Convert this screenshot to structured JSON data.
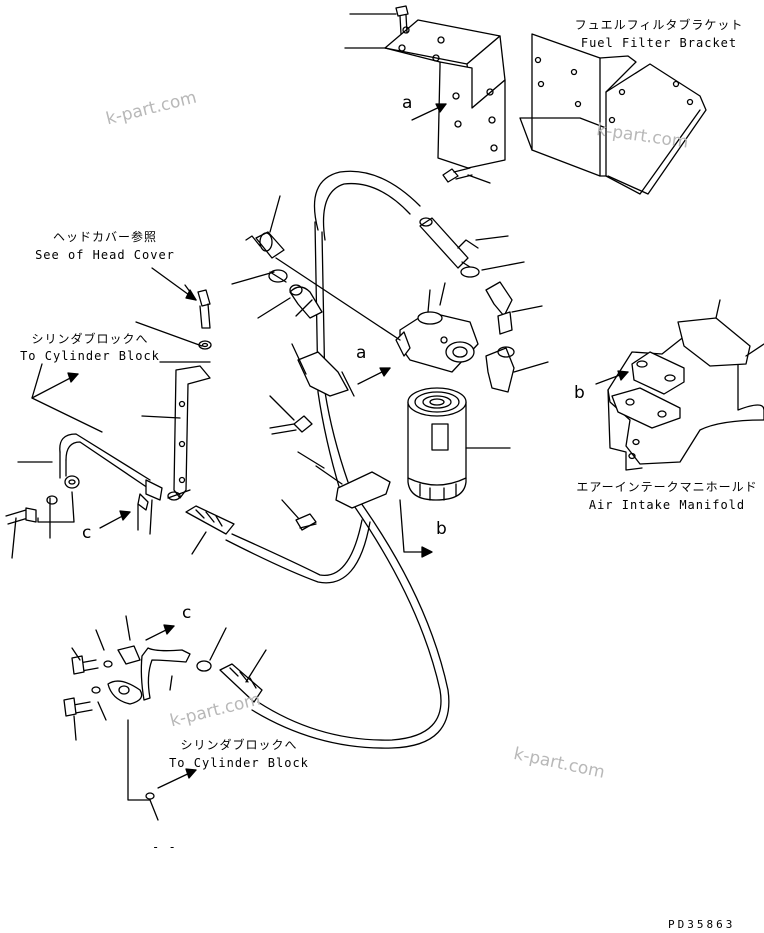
{
  "labels": {
    "fuel_filter_bracket_jp": "フュエルフィルタブラケット",
    "fuel_filter_bracket_en": "Fuel Filter Bracket",
    "head_cover_jp": "ヘッドカバー参照",
    "head_cover_en": "See of Head Cover",
    "cyl_block_upper_jp": "シリンダブロックへ",
    "cyl_block_upper_en": "To Cylinder Block",
    "cyl_block_lower_jp": "シリンダブロックへ",
    "cyl_block_lower_en": "To Cylinder Block",
    "air_intake_jp": "エアーインテークマニホールド",
    "air_intake_en": "Air Intake Manifold"
  },
  "refs": {
    "a_top": "a",
    "a_mid": "a",
    "b_right": "b",
    "b_mid": "b",
    "c_left": "c",
    "c_bottom": "c"
  },
  "watermarks": [
    "k-part.com",
    "k-part.com",
    "k-part.com",
    "k-part.com"
  ],
  "drawing_code": "PD35863",
  "dash_mark": "- -"
}
